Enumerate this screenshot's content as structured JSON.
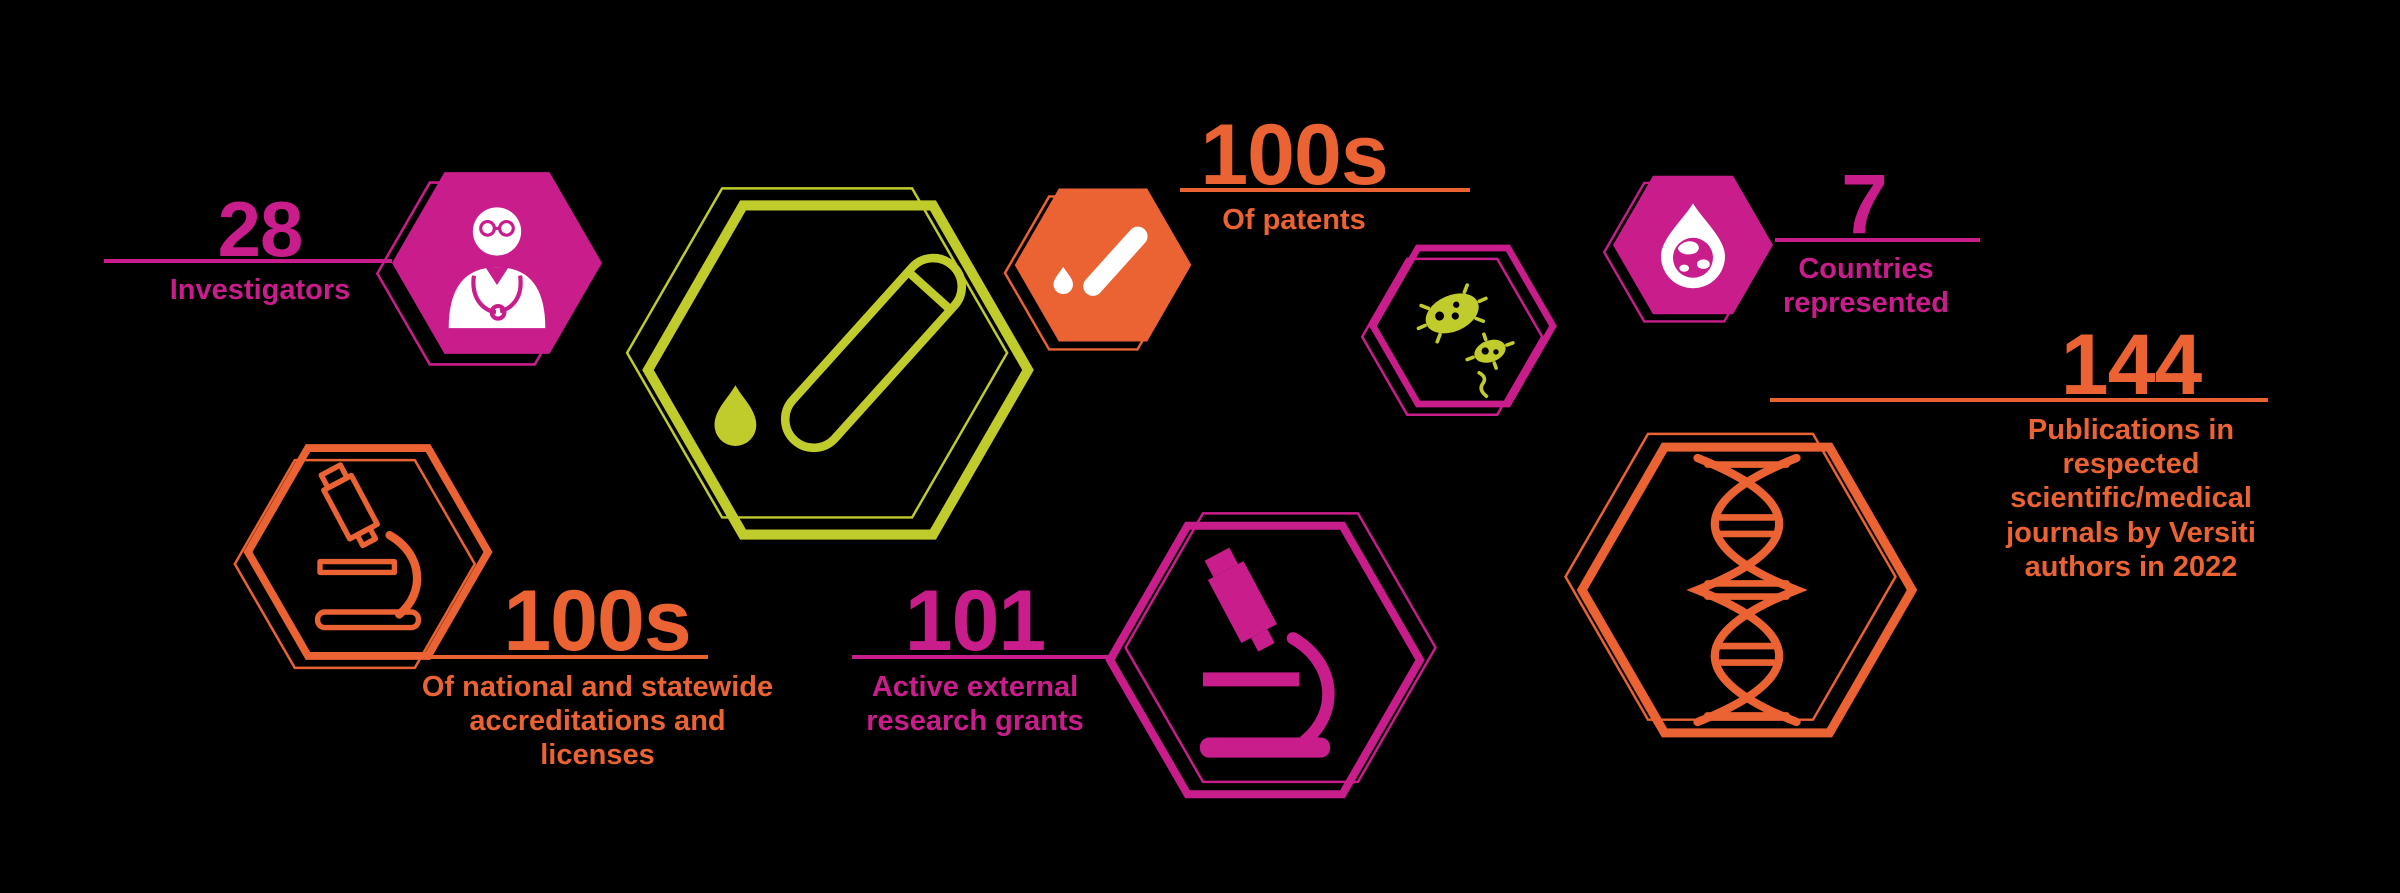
{
  "colors": {
    "magenta": "#c91d8c",
    "orange": "#eb6233",
    "chartreuse": "#c0cb2c",
    "background": "#000000"
  },
  "stats": {
    "investigators": {
      "value": "28",
      "label": "Investigators"
    },
    "patents": {
      "value": "100s",
      "label": "Of patents"
    },
    "countries": {
      "value": "7",
      "label": "Countries represented"
    },
    "publications": {
      "value": "144",
      "label": "Publications in respected scientific/medical journals by Versiti authors in 2022"
    },
    "accreditations": {
      "value": "100s",
      "label": "Of national and statewide accreditations and licenses"
    },
    "grants": {
      "value": "101",
      "label": "Active external research grants"
    }
  },
  "hexagons": [
    {
      "name": "physician-hexagon",
      "icon": "physician-icon",
      "style": "filled",
      "color": "magenta"
    },
    {
      "name": "test-tube-hexagon",
      "icon": "test-tube-drop-icon",
      "style": "outline",
      "color": "chartreuse"
    },
    {
      "name": "patents-hexagon",
      "icon": "test-tube-pour-icon",
      "style": "filled",
      "color": "orange"
    },
    {
      "name": "bacteria-hexagon",
      "icon": "bacteria-icon",
      "style": "outline",
      "color": "magenta"
    },
    {
      "name": "globe-hexagon",
      "icon": "globe-drop-icon",
      "style": "filled",
      "color": "magenta"
    },
    {
      "name": "dna-hexagon",
      "icon": "dna-icon",
      "style": "outline",
      "color": "orange"
    },
    {
      "name": "microscope-orange-hexagon",
      "icon": "microscope-icon",
      "style": "outline",
      "color": "orange"
    },
    {
      "name": "microscope-magenta-hexagon",
      "icon": "microscope-icon",
      "style": "outline",
      "color": "magenta"
    }
  ]
}
